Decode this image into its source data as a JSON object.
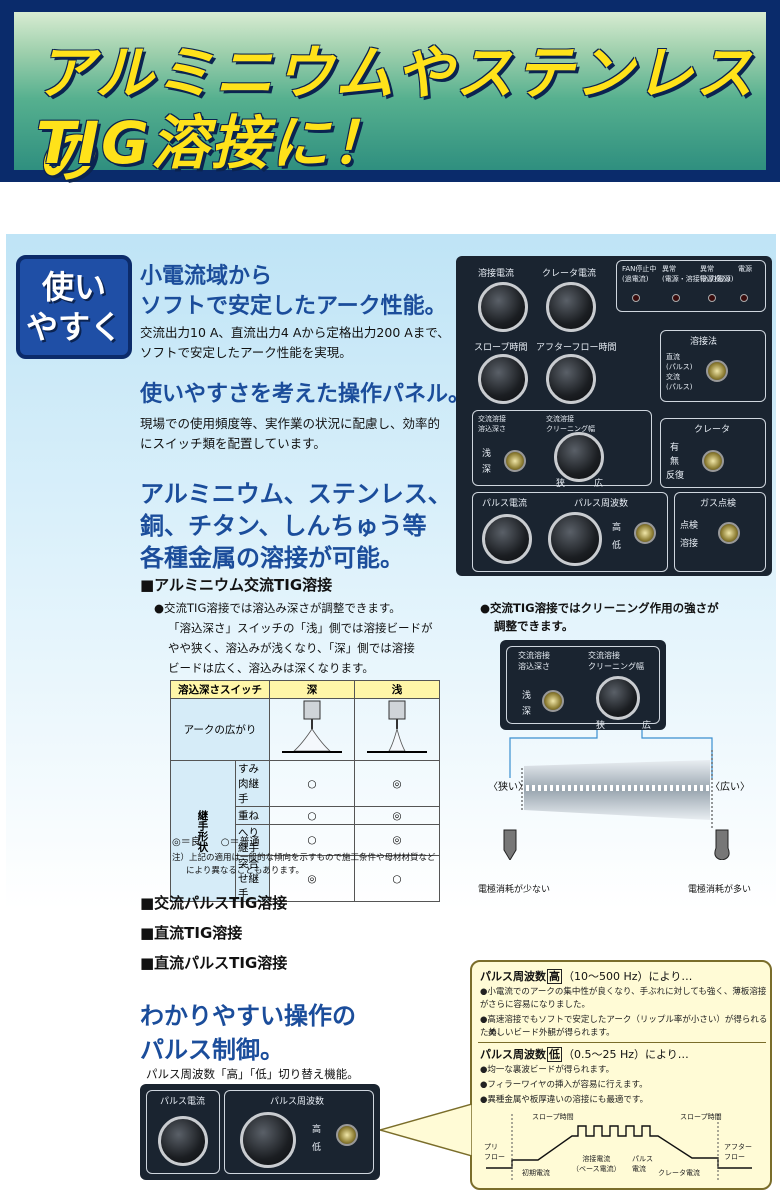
{
  "banner": {
    "line1": "アルミニウムやステンレスの",
    "line2": "TIG溶接に！"
  },
  "badge": {
    "line1": "使い",
    "line2": "やすく"
  },
  "section1": {
    "heading1": "小電流域から",
    "heading2": "ソフトで安定したアーク性能。",
    "body1": "交流出力10 A、直流出力4 Aから定格出力200 Aまで、",
    "body2": "ソフトで安定したアーク性能を実現。"
  },
  "section2": {
    "heading": "使いやすさを考えた操作パネル。",
    "body1": "現場での使用頻度等、実作業の状況に配慮し、効率的",
    "body2": "にスイッチ類を配置しています。"
  },
  "section3": {
    "heading1": "アルミニウム、ステンレス、",
    "heading2": "銅、チタン、しんちゅう等",
    "heading3": "各種金属の溶接が可能。"
  },
  "alu_ac": {
    "title": "■アルミニウム交流TIG溶接",
    "line1": "●交流TIG溶接では溶込み深さが調整できます。",
    "line2": "「溶込深さ」スイッチの「浅」側では溶接ビードが",
    "line3": "やや狭く、溶込みが浅くなり、「深」側では溶接",
    "line4": "ビードは広く、溶込みは深くなります。"
  },
  "table": {
    "h_switch": "溶込深さスイッチ",
    "h_deep": "深",
    "h_shallow": "浅",
    "arc_spread": "アークの広がり",
    "joint_label": "継手形状",
    "rows": [
      {
        "name": "すみ肉継手",
        "deep": "○",
        "shallow": "◎"
      },
      {
        "name": "重ね",
        "deep": "○",
        "shallow": "◎"
      },
      {
        "name": "へり継手",
        "deep": "○",
        "shallow": "◎"
      },
      {
        "name": "突合せ継手",
        "deep": "◎",
        "shallow": "○"
      }
    ],
    "legend": "◎＝良　　○＝普通",
    "note1": "注）上記の適用は一般的な傾向を示すもので施工条件や母材材質など",
    "note2": "により異なることもあります。"
  },
  "cleaning": {
    "line1": "●交流TIG溶接ではクリーニング作用の強さが",
    "line2": "調整できます。",
    "narrow": "〈狭い〉",
    "wide": "〈広い〉",
    "elec_low": "電極消耗が少ない",
    "elec_high": "電極消耗が多い",
    "sw_left": "交流溶接\n溶込深さ",
    "sw_right": "交流溶接\nクリーニング幅",
    "shallow": "浅",
    "deep": "深",
    "narrow_k": "狭",
    "wide_k": "広"
  },
  "other_modes": {
    "m1": "■交流パルスTIG溶接",
    "m2": "■直流TIG溶接",
    "m3": "■直流パルスTIG溶接"
  },
  "pulse": {
    "heading1": "わかりやすい操作の",
    "heading2": "パルス制御。",
    "body": "パルス周波数「高」「低」切り替え機能。",
    "panel_label1": "パルス電流",
    "panel_label2": "パルス周波数",
    "high": "高",
    "low": "低"
  },
  "info": {
    "high_title": "パルス周波数",
    "high_mark": "高",
    "high_range": "（10～500 Hz）により…",
    "high_b1": "●小電流でのアークの集中性が良くなり、手ぶれに対しても強く、薄板溶接が",
    "high_b1b": "さらに容易になりました。",
    "high_b2": "●高速溶接でもソフトで安定したアーク（リップル率が小さい）が得られるため、",
    "high_b2b": "美しいビード外観が得られます。",
    "low_title": "パルス周波数",
    "low_mark": "低",
    "low_range": "（0.5～25 Hz）により…",
    "low_b1": "●均一な裏波ビードが得られます。",
    "low_b2": "●フィラーワイヤの挿入が容易に行えます。",
    "low_b3": "●異種金属や板厚違いの溶接にも最適です。",
    "w_slope1": "スロープ時間",
    "w_slope2": "スロープ時間",
    "w_pre": "プリ\nフロー",
    "w_init": "初期電流",
    "w_weld": "溶接電流\n（ベース電流）",
    "w_pulse": "パルス\n電流",
    "w_crater": "クレータ電流",
    "w_after": "アフター\nフロー"
  },
  "control_panel": {
    "weld_current": "溶接電流",
    "crater_current": "クレータ電流",
    "slope": "スロープ時間",
    "afterflow": "アフターフロー時間",
    "status1": "FAN停止中\n(過電流)",
    "status2": "異常\n(電源・溶接電源投入)",
    "status3": "異常\n(入力電源)",
    "status4": "電源",
    "method": "溶接法",
    "m_dc": "直流\n(パルス)",
    "m_ac": "交流\n(パルス)",
    "depth": "交流溶接\n溶込深さ",
    "cleaning": "交流溶接\nクリーニング幅",
    "crater": "クレータ",
    "c_yes": "有",
    "c_no": "無",
    "c_rep": "反復",
    "pulse_cur": "パルス電流",
    "pulse_freq": "パルス周波数",
    "gas": "ガス点検",
    "gas_check": "点検",
    "gas_weld": "溶接",
    "k_shallow": "浅",
    "k_deep": "深",
    "k_narrow": "狭",
    "k_wide": "広",
    "k_high": "高",
    "k_low": "低"
  }
}
